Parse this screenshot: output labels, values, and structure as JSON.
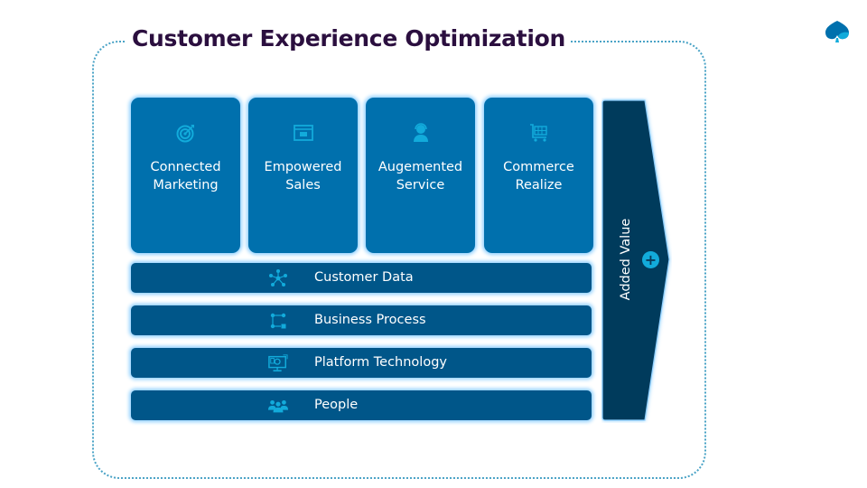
{
  "title": "Customer Experience Optimization",
  "logo": {
    "icon": "spade-logo-icon",
    "colors": [
      "#0070ad",
      "#12abdb"
    ]
  },
  "pillars": [
    {
      "label_line1": "Connected",
      "label_line2": "Marketing",
      "icon": "target-icon"
    },
    {
      "label_line1": "Empowered",
      "label_line2": "Sales",
      "icon": "browser-window-icon"
    },
    {
      "label_line1": "Augemented",
      "label_line2": "Service",
      "icon": "support-agent-icon"
    },
    {
      "label_line1": "Commerce",
      "label_line2": "Realize",
      "icon": "shopping-cart-icon"
    }
  ],
  "foundations": [
    {
      "label": "Customer Data",
      "icon": "network-hub-icon"
    },
    {
      "label": "Business Process",
      "icon": "process-flow-icon"
    },
    {
      "label": "Platform Technology",
      "icon": "monitor-user-icon"
    },
    {
      "label": "People",
      "icon": "people-group-icon"
    }
  ],
  "added_value": {
    "label": "Added Value",
    "symbol": "+"
  },
  "colors": {
    "title": "#2b0f3f",
    "pillar": "#0070ad",
    "foundation": "#005689",
    "arrow": "#063a5c",
    "icon": "#12abdb",
    "frame": "#4aa3c6",
    "glow": "#8fd0ff"
  }
}
